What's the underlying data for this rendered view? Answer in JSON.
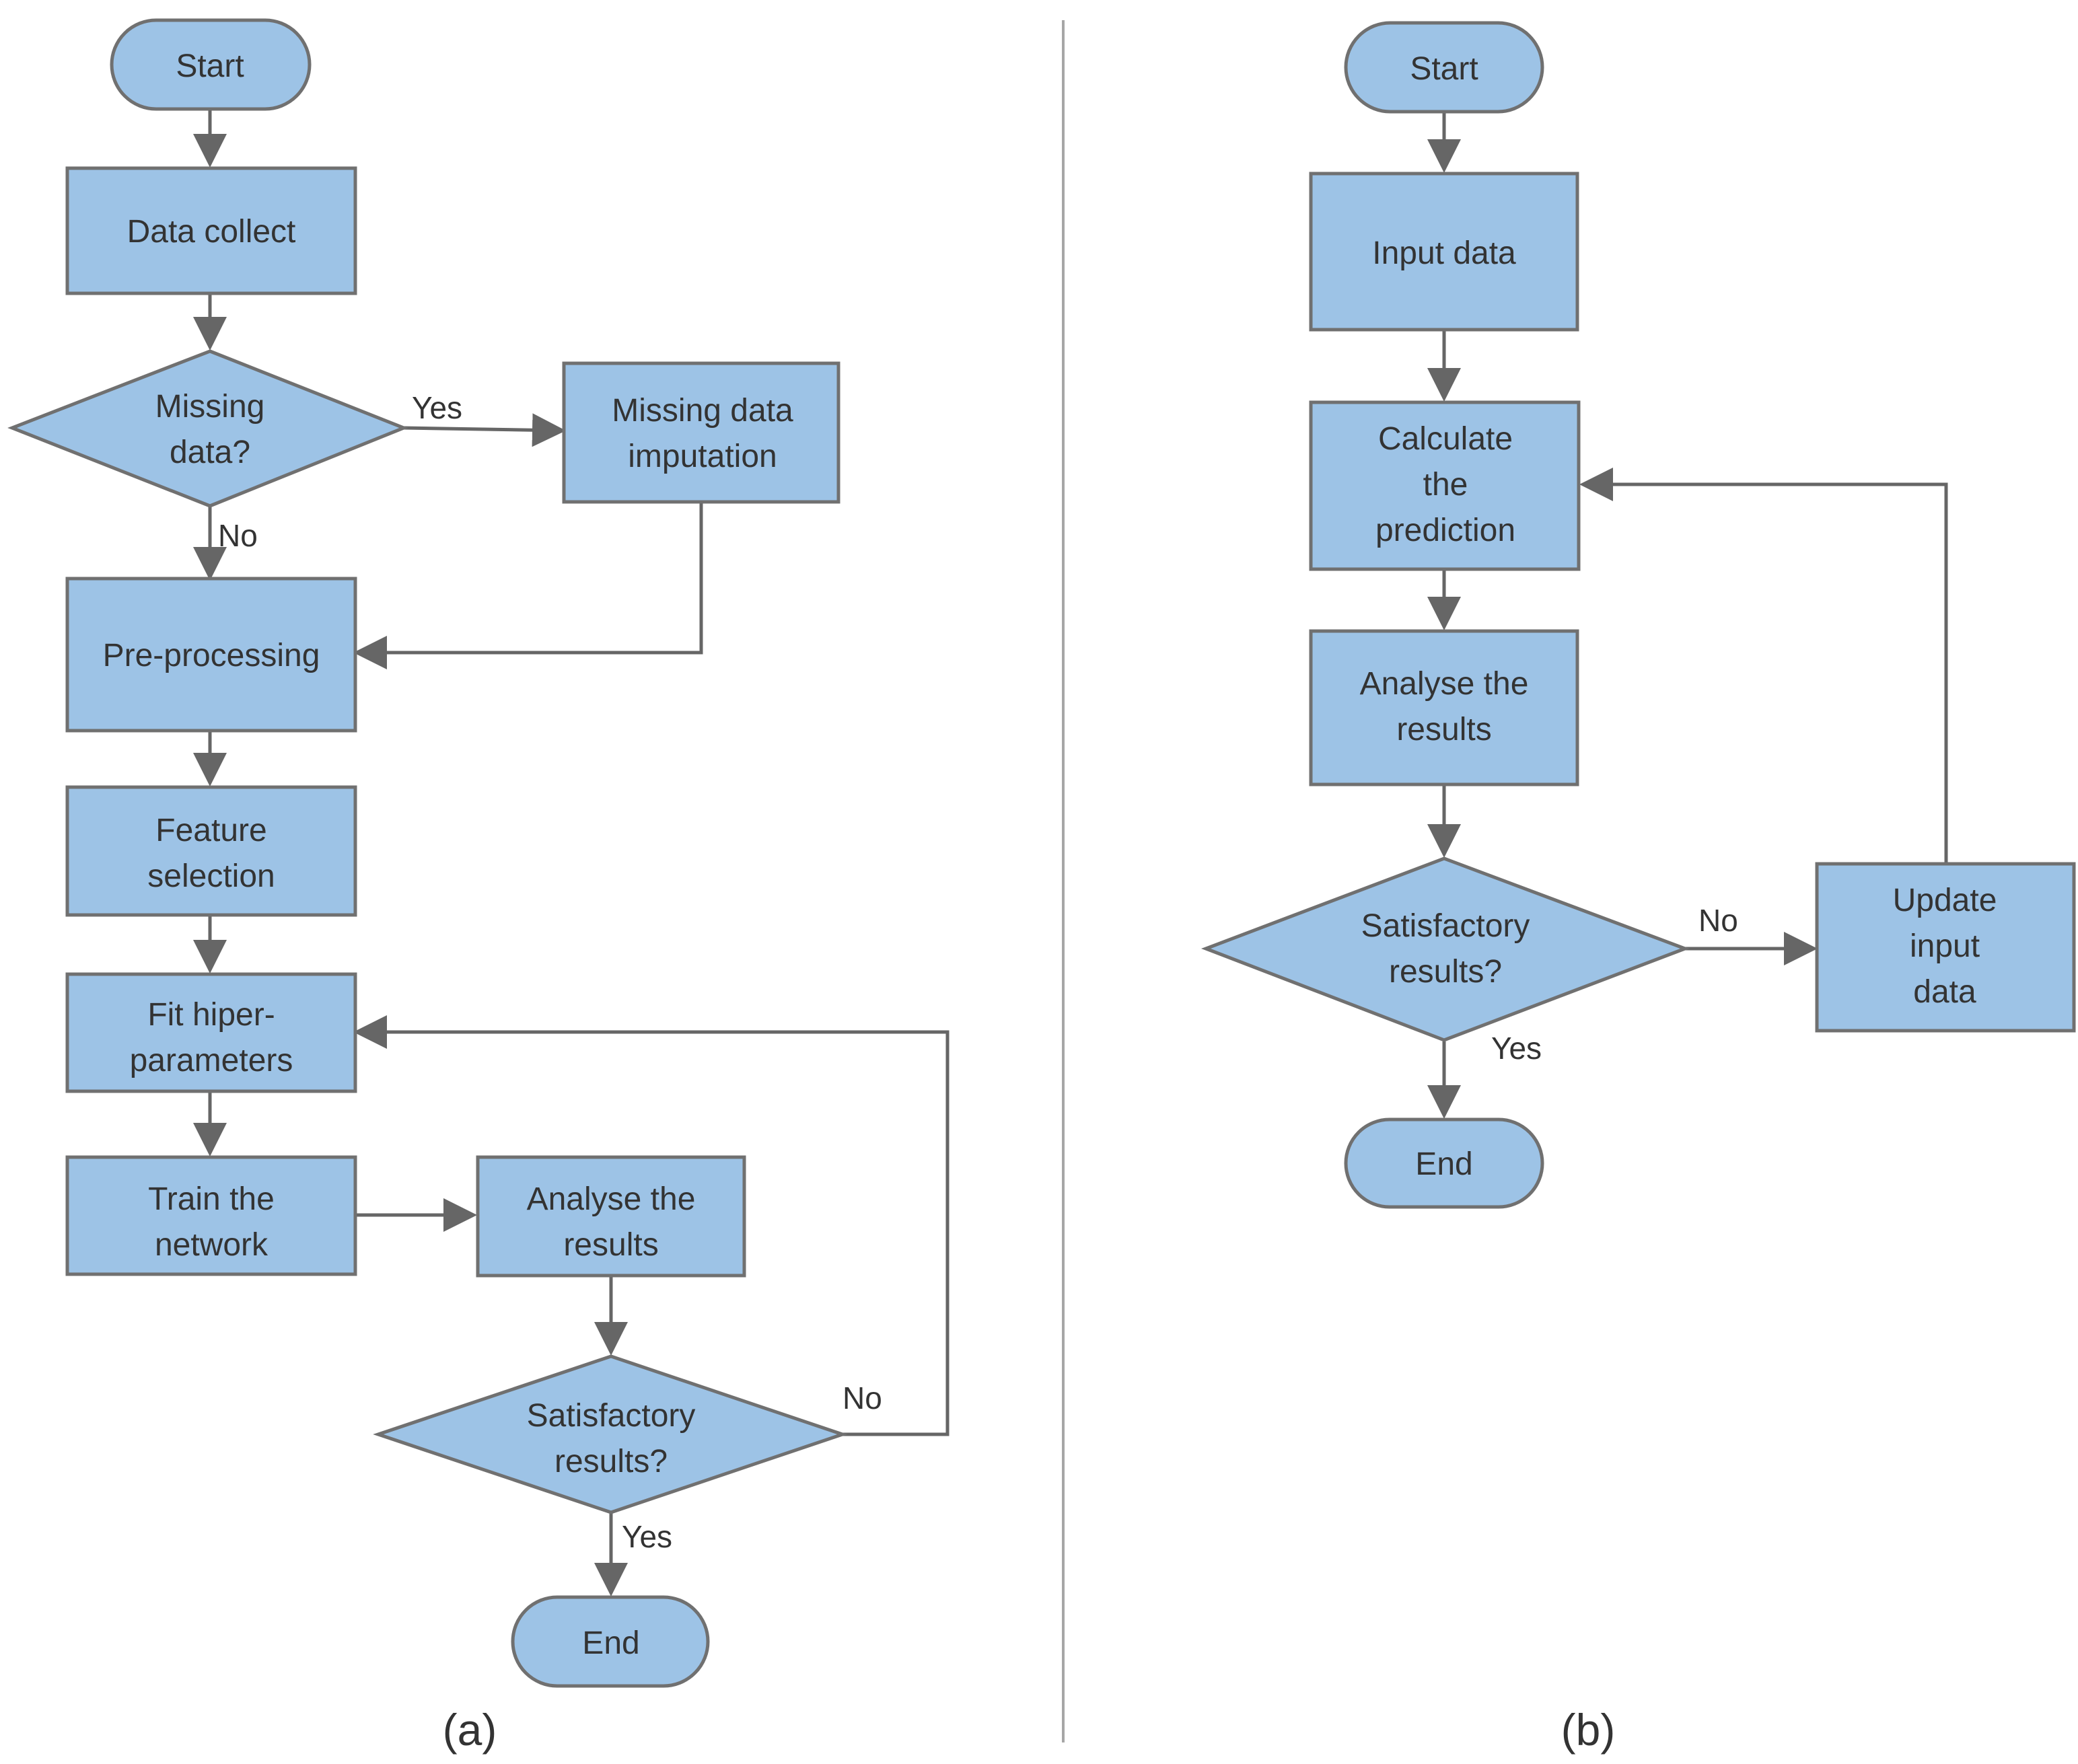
{
  "colors": {
    "fill": "#9dc3e6",
    "stroke": "#707070",
    "edge": "#666666",
    "text": "#333333",
    "divider": "#a6a6a6"
  },
  "panel_a": {
    "caption": "(a)",
    "start": "Start",
    "data_collect": "Data collect",
    "missing_data": [
      "Missing",
      "data?"
    ],
    "missing_data_imputation": [
      "Missing data",
      "imputation"
    ],
    "pre_processing": "Pre-processing",
    "feature_selection": [
      "Feature",
      "selection"
    ],
    "fit_hiper_parameters": [
      "Fit hiper-",
      "parameters"
    ],
    "train_the_network": [
      "Train the",
      "network"
    ],
    "analyse_the_results": [
      "Analyse the",
      "results"
    ],
    "satisfactory_results": [
      "Satisfactory",
      "results?"
    ],
    "end": "End",
    "yes_missing": "Yes",
    "no_missing": "No",
    "no_satisfactory": "No",
    "yes_satisfactory": "Yes"
  },
  "panel_b": {
    "caption": "(b)",
    "start": "Start",
    "input_data": "Input data",
    "calculate_the_prediction": [
      "Calculate",
      "the",
      "prediction"
    ],
    "analyse_the_results": [
      "Analyse the",
      "results"
    ],
    "satisfactory_results": [
      "Satisfactory",
      "results?"
    ],
    "update_input_data": [
      "Update",
      "input",
      "data"
    ],
    "end": "End",
    "no_satisfactory": "No",
    "yes_satisfactory": "Yes"
  }
}
